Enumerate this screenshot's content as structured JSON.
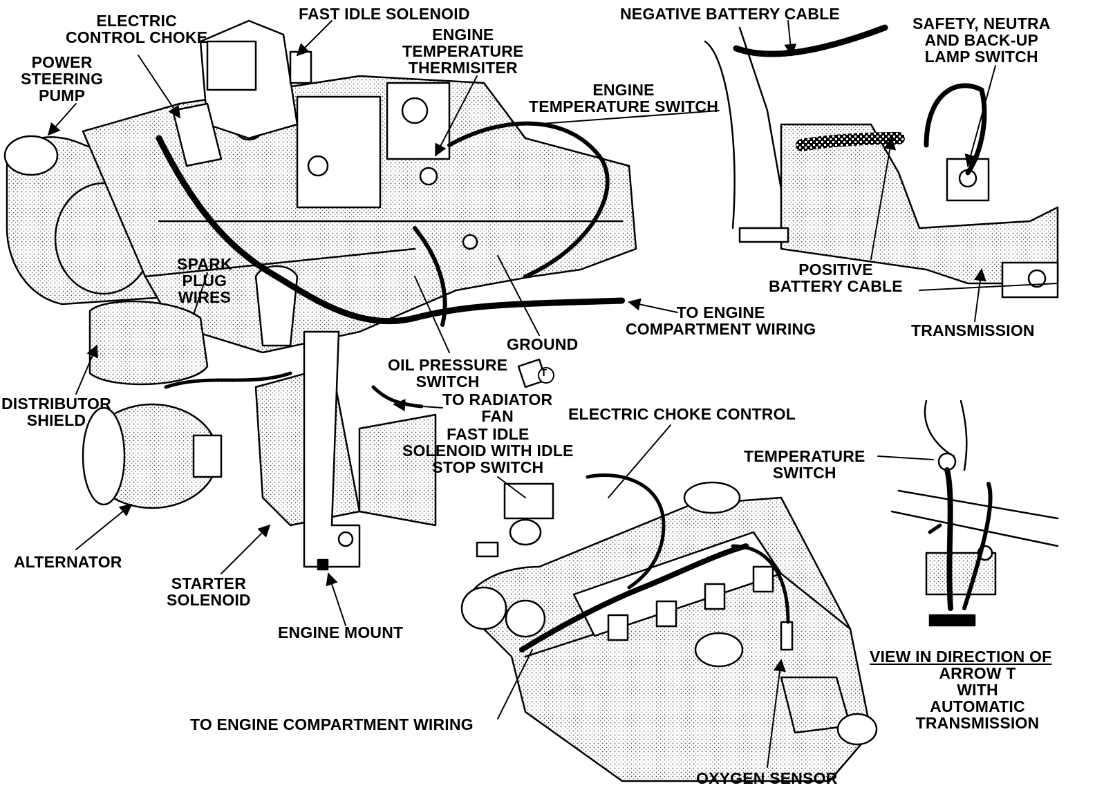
{
  "labels": {
    "power_steering_pump": "POWER\nSTEERING\nPUMP",
    "electric_control_choke": "ELECTRIC\nCONTROL CHOKE",
    "fast_idle_solenoid": "FAST IDLE SOLENOID",
    "engine_temperature_thermisiter": "ENGINE\nTEMPERATURE\nTHERMISITER",
    "engine_temperature_switch": "ENGINE\nTEMPERATURE SWITCH",
    "negative_battery_cable": "NEGATIVE BATTERY CABLE",
    "safety_neutral_switch": "SAFETY, NEUTRA\nAND BACK-UP\nLAMP SWITCH",
    "positive_battery_cable": "POSITIVE\nBATTERY CABLE",
    "transmission": "TRANSMISSION",
    "to_engine_compartment_wiring_1": "TO ENGINE\nCOMPARTMENT WIRING",
    "ground": "GROUND",
    "spark_plug_wires": "SPARK\nPLUG\nWIRES",
    "distributor_shield": "DISTRIBUTOR\nSHIELD",
    "oil_pressure_switch": "OIL PRESSURE\nSWITCH",
    "to_radiator_fan": "TO RADIATOR\nFAN",
    "electric_choke_control": "ELECTRIC CHOKE CONTROL",
    "fast_idle_solenoid_idle_stop": "FAST IDLE\nSOLENOID WITH IDLE\nSTOP SWITCH",
    "temperature_switch": "TEMPERATURE\nSWITCH",
    "alternator": "ALTERNATOR",
    "starter_solenoid": "STARTER\nSOLENOID",
    "engine_mount": "ENGINE MOUNT",
    "to_engine_compartment_wiring_2": "TO ENGINE COMPARTMENT WIRING",
    "oxygen_sensor": "OXYGEN SENSOR",
    "view_direction_heading": "VIEW IN DIRECTION OF",
    "view_direction_body": "ARROW T\nWITH\nAUTOMATIC\nTRANSMISSION",
    "arrow_t_marker": "T"
  },
  "colors": {
    "ink": "#000000",
    "paper": "#ffffff",
    "shade": "#9a9a9a"
  }
}
